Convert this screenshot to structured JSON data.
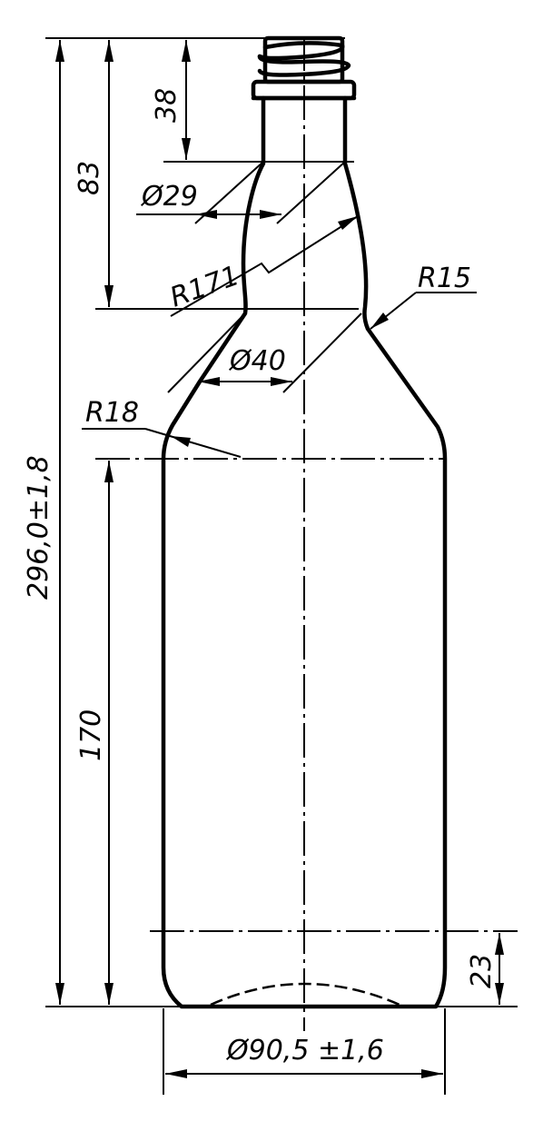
{
  "drawing": {
    "dimensions": {
      "total_height": "296,0±1,8",
      "neck_height": "83",
      "finish_height": "38",
      "body_height": "170",
      "base_height": "23",
      "neck_diameter": "Ø29",
      "shoulder_diameter": "Ø40",
      "body_diameter": "Ø90,5 ±1,6",
      "neck_radius": "R171",
      "shoulder_radius": "R15",
      "body_shoulder_radius": "R18"
    }
  }
}
